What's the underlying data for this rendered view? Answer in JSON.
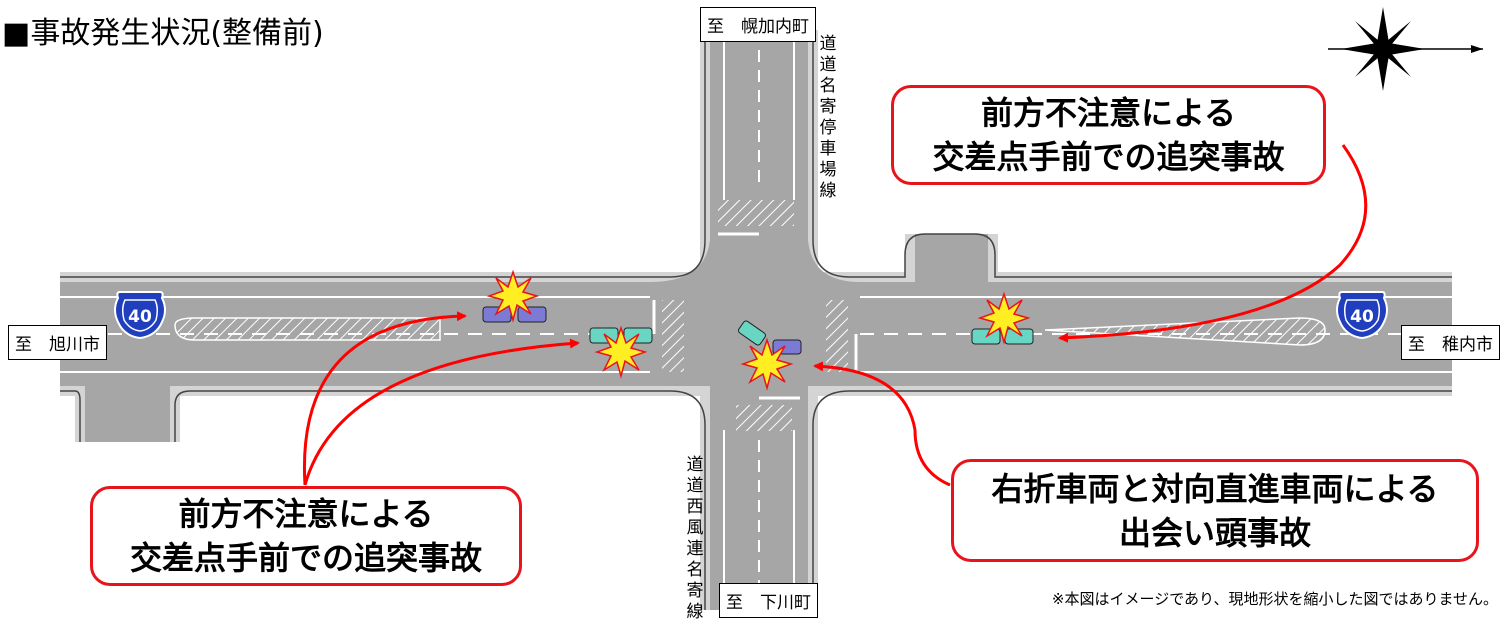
{
  "title": "■事故発生状況(整備前)",
  "destinations": {
    "north": "至　幌加内町",
    "south": "至　下川町",
    "west": "至　旭川市",
    "east": "至　稚内市"
  },
  "side_roads": {
    "north_road": "道道名寄停車場線",
    "south_road": "道道西風連名寄線"
  },
  "route_shield": {
    "number": "40",
    "color": "#1f3fbf"
  },
  "callouts": {
    "top_right": {
      "line1": "前方不注意による",
      "line2": "交差点手前での追突事故"
    },
    "bottom_left": {
      "line1": "前方不注意による",
      "line2": "交差点手前での追突事故"
    },
    "bottom_right": {
      "line1": "右折車両と対向直進車両による",
      "line2": "出会い頭事故"
    }
  },
  "footnote": "※本図はイメージであり、現地形状を縮小した図ではありません。",
  "colors": {
    "road": "#a6a6a6",
    "curb": "#d4d4d4",
    "callout_border": "#e8141c",
    "arrow": "#ff0000",
    "crash_fill": "#ffee22",
    "crash_stroke": "#e8141c",
    "car_blue": "#7b7bd6",
    "car_teal": "#69d6c4"
  }
}
